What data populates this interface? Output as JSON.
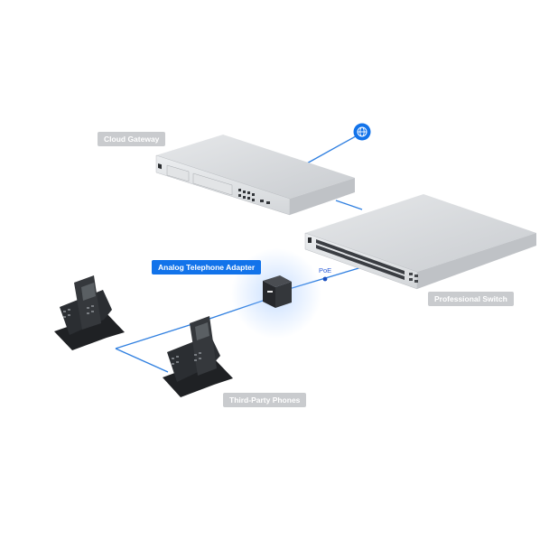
{
  "labels": {
    "cloud_gateway": "Cloud Gateway",
    "analog_adapter": "Analog Telephone Adapter",
    "professional_switch": "Professional Switch",
    "third_party_phones": "Third-Party Phones",
    "poe": "PoE"
  },
  "colors": {
    "link": "#2f7fe0",
    "accent": "#1273ea",
    "label_gray": "#c9cbce",
    "device_silver": "#d8dadd",
    "device_dark": "#2d3034"
  },
  "icons": {
    "internet": "globe-icon"
  }
}
